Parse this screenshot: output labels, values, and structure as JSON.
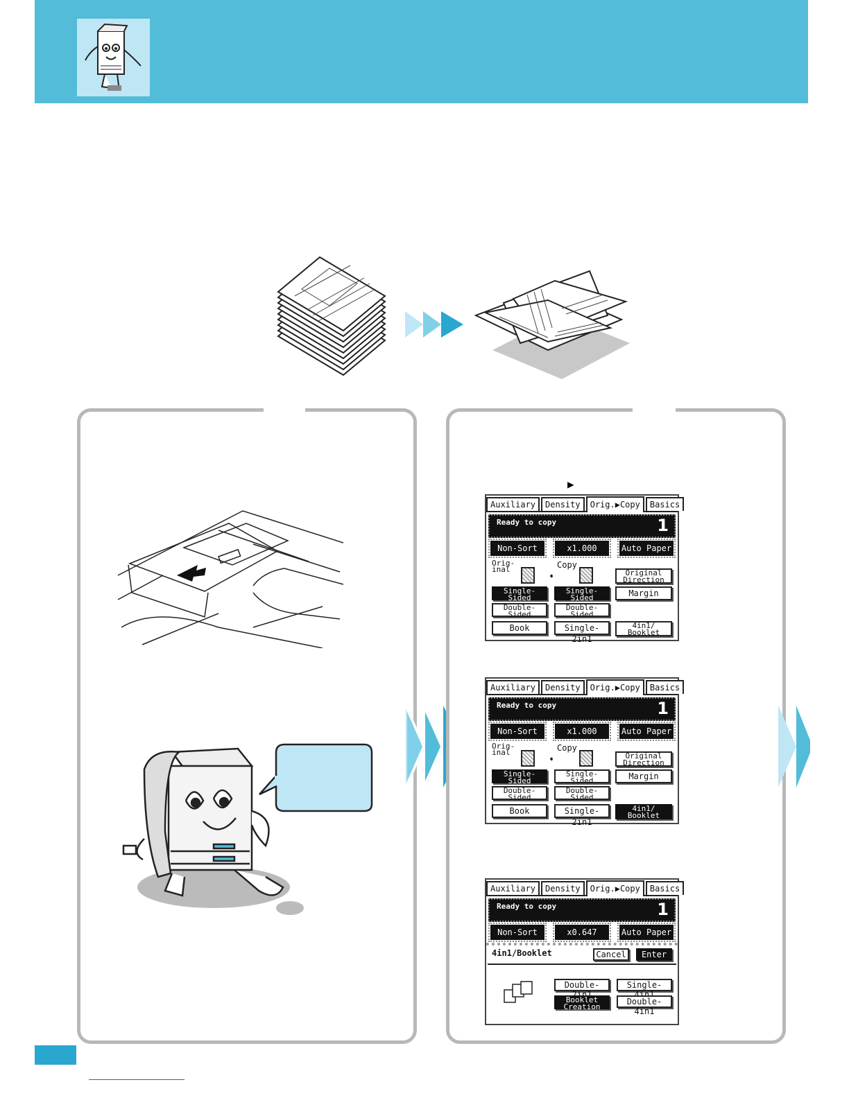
{
  "screens": [
    {
      "tabs": [
        "Auxiliary",
        "Density",
        "Orig.▶Copy",
        "Basics"
      ],
      "status": "Ready to copy",
      "count": "1",
      "row1": [
        "Non-Sort",
        "x1.000",
        "Auto Paper"
      ],
      "original_label": "Orig-\ninal",
      "copy_label": "Copy",
      "original_direction": "Original\nDirection",
      "margin": "Margin",
      "single_sided_orig": "Single-\nSided",
      "single_sided_copy": "Single-\nSided",
      "double_sided_orig": "Double-\nSided",
      "double_sided_copy": "Double-\nSided",
      "book": "Book",
      "single_2in1": "Single-2in1",
      "booklet": "4in1/\nBooklet"
    },
    {
      "tabs": [
        "Auxiliary",
        "Density",
        "Orig.▶Copy",
        "Basics"
      ],
      "status": "Ready to copy",
      "count": "1",
      "row1": [
        "Non-Sort",
        "x1.000",
        "Auto Paper"
      ],
      "original_label": "Orig-\ninal",
      "copy_label": "Copy",
      "original_direction": "Original\nDirection",
      "margin": "Margin",
      "single_sided_orig": "Single-\nSided",
      "single_sided_copy": "Single-\nSided",
      "double_sided_orig": "Double-\nSided",
      "double_sided_copy": "Double-\nSided",
      "book": "Book",
      "single_2in1": "Single-2in1",
      "booklet": "4in1/\nBooklet"
    },
    {
      "tabs": [
        "Auxiliary",
        "Density",
        "Orig.▶Copy",
        "Basics"
      ],
      "status": "Ready to copy",
      "count": "1",
      "row1": [
        "Non-Sort",
        "x0.647",
        "Auto Paper"
      ],
      "panel_title": "4in1/Booklet",
      "cancel": "Cancel",
      "enter": "Enter",
      "double_2in1": "Double-2in1",
      "single_4in1": "Single-4in1",
      "booklet_creation": "Booklet\nCreation",
      "double_4in1": "Double-4in1"
    }
  ],
  "colors": {
    "header": "#52bcd9",
    "badge": "#bfe6f4",
    "arrow_light": "#bfe6f4",
    "arrow_mid": "#7fd0e8",
    "arrow_dark": "#2aa7cf"
  }
}
